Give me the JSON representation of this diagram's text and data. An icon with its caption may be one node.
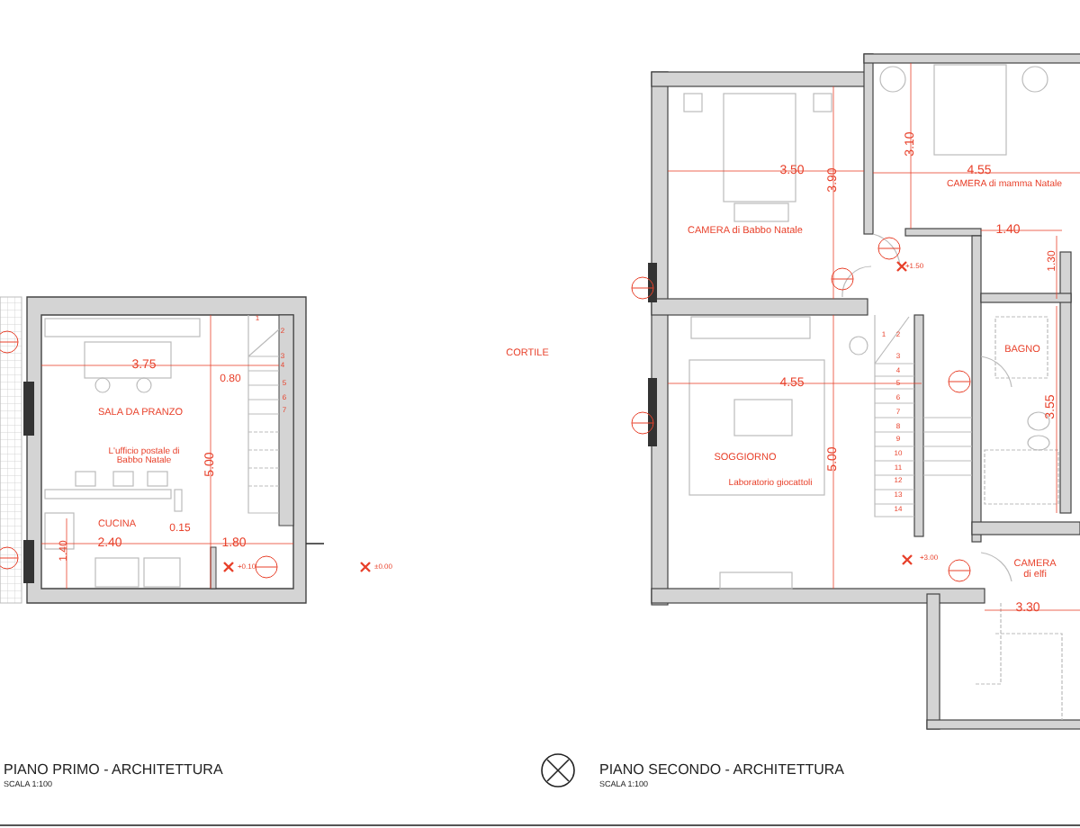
{
  "diagram": {
    "labels": [
      "3.75",
      "0.80",
      "SALA DA PRANZO",
      "L'ufficio postale di Babbo Natale",
      "5.00",
      "CUCINA",
      "1.40",
      "2.40",
      "0.15",
      "1.80",
      "+0.10",
      "±0.00",
      "1",
      "2",
      "3",
      "4",
      "5",
      "6",
      "7",
      "CORTILE",
      "3.50",
      "3.10",
      "3.90",
      "4.55",
      "CAMERA di mamma Natale",
      "CAMERA di Babbo Natale",
      "1.40",
      "1.30",
      "+1.50",
      "BAGNO",
      "4.55",
      "5.00",
      "3.55",
      "SOGGIORNO",
      "Laboratorio giocattoli",
      "1",
      "2",
      "3",
      "4",
      "5",
      "6",
      "7",
      "8",
      "9",
      "10",
      "11",
      "12",
      "13",
      "14",
      "+3.00",
      "CAMERA di elfi",
      "3.30",
      "PIANO PRIMO - ARCHITETTURA",
      "SCALA 1:100",
      "PIANO SECONDO - ARCHITETTURA",
      "SCALA 1:100"
    ]
  }
}
